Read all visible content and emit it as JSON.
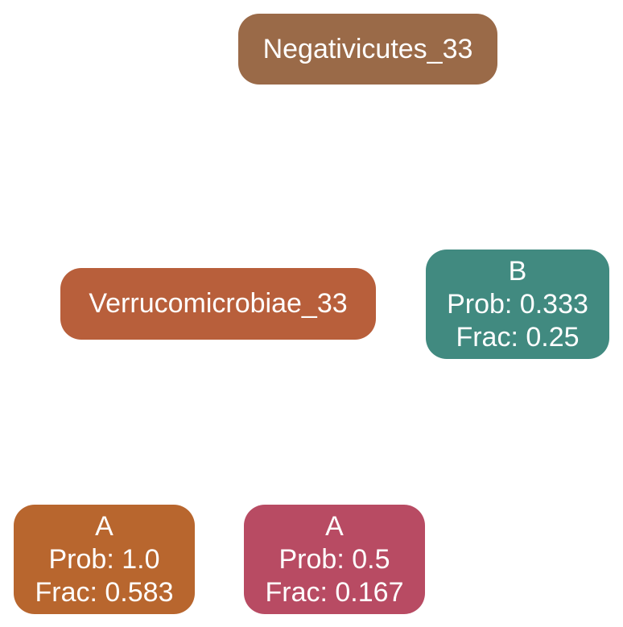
{
  "nodes": {
    "root": {
      "label": "Negativicutes_33",
      "color": "#9a6a48"
    },
    "middle": {
      "label": "Verrucomicrobiae_33",
      "color": "#b85f3b"
    },
    "leaf_b": {
      "label": "B",
      "prob": "Prob: 0.333",
      "frac": "Frac: 0.25",
      "color": "#418a80"
    },
    "leaf_a1": {
      "label": "A",
      "prob": "Prob: 1.0",
      "frac": "Frac: 0.583",
      "color": "#b8662e"
    },
    "leaf_a2": {
      "label": "A",
      "prob": "Prob: 0.5",
      "frac": "Frac: 0.167",
      "color": "#b84b63"
    }
  }
}
